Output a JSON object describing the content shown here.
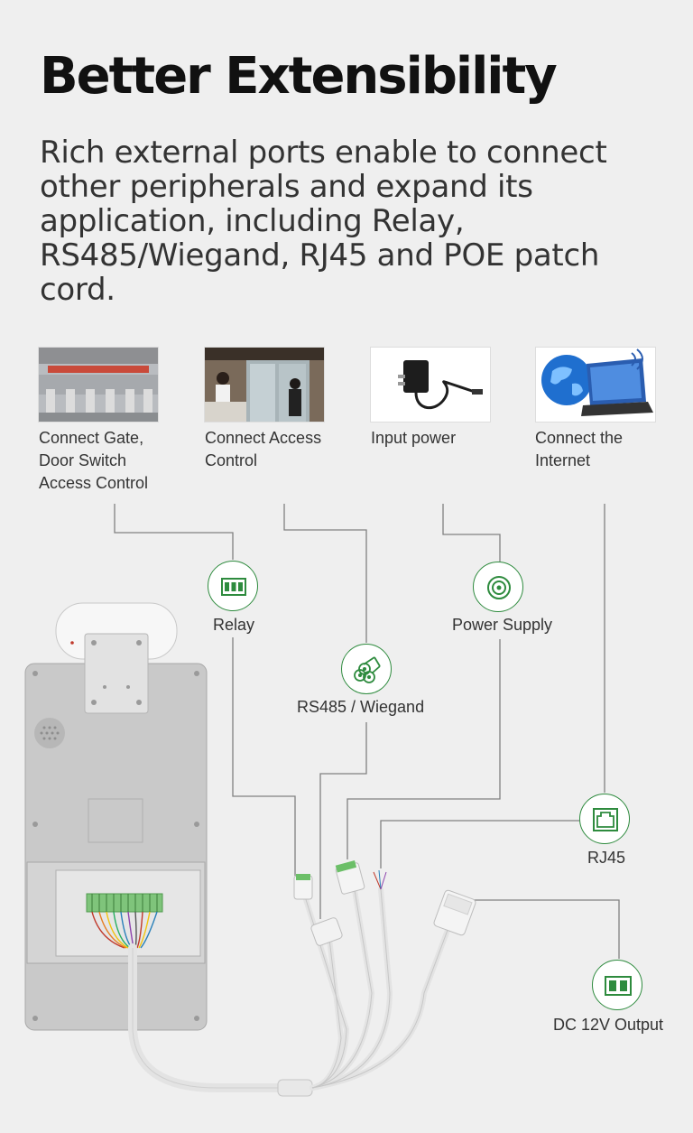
{
  "header": {
    "title": "Better Extensibility",
    "description": "Rich external ports enable to connect other peripherals and expand its application, including Relay, RS485/Wiegand, RJ45 and POE patch cord."
  },
  "peripherals": [
    {
      "caption": "Connect Gate,\nDoor Switch\nAccess Control",
      "icon": "turnstile-gate-photo"
    },
    {
      "caption": "Connect Access\nControl",
      "icon": "access-door-photo"
    },
    {
      "caption": "Input power",
      "icon": "power-adapter-photo"
    },
    {
      "caption": "Connect the\nInternet",
      "icon": "globe-laptop-photo"
    }
  ],
  "ports": {
    "relay": {
      "label": "Relay",
      "icon": "relay-terminal-icon"
    },
    "rs485": {
      "label": "RS485 / Wiegand",
      "icon": "wire-bundle-icon"
    },
    "power": {
      "label": "Power Supply",
      "icon": "dc-jack-icon"
    },
    "rj45": {
      "label": "RJ45",
      "icon": "ethernet-port-icon"
    },
    "dc12v": {
      "label": "DC 12V Output",
      "icon": "dc-output-icon"
    }
  },
  "colors": {
    "accent": "#2e8b3e",
    "wire": "#777777",
    "background": "#efefef"
  }
}
